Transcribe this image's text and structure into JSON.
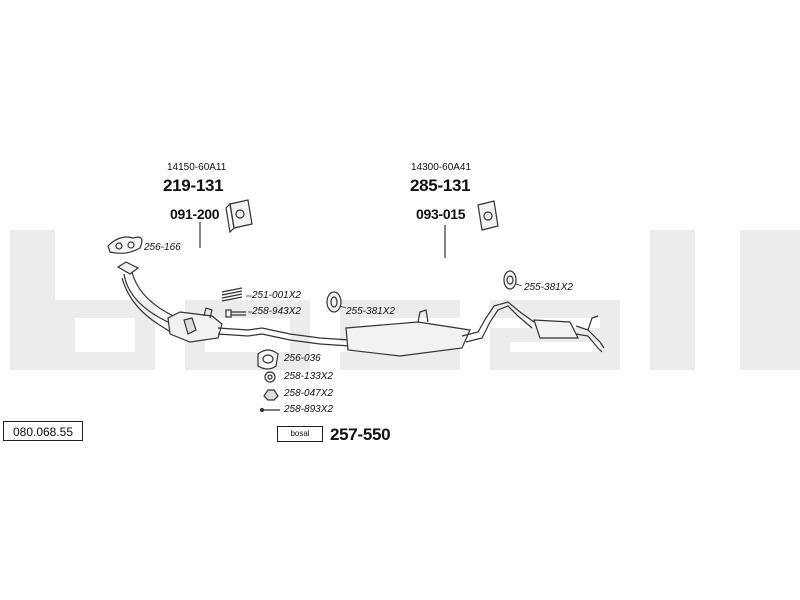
{
  "diagram_number": "080.068.55",
  "brand_box": "bosal",
  "front_pipe": {
    "oe_ref": "14150-60A11",
    "part": "219-131",
    "clamp_part": "091-200"
  },
  "rear_pipe": {
    "oe_ref": "14300-60A41",
    "part": "285-131",
    "clamp_part": "093-015"
  },
  "parts": {
    "gasket": "256-166",
    "springs": "251-001X2",
    "bolts": "258-943X2",
    "rubber_front": "255-381X2",
    "rubber_rear": "255-381X2",
    "ring": "256-036",
    "washer": "258-133X2",
    "nut": "258-047X2",
    "bolt": "258-893X2"
  },
  "kit": "257-550",
  "colors": {
    "watermark": "#ececec",
    "line": "#333333",
    "fill": "#f2f2f2"
  }
}
